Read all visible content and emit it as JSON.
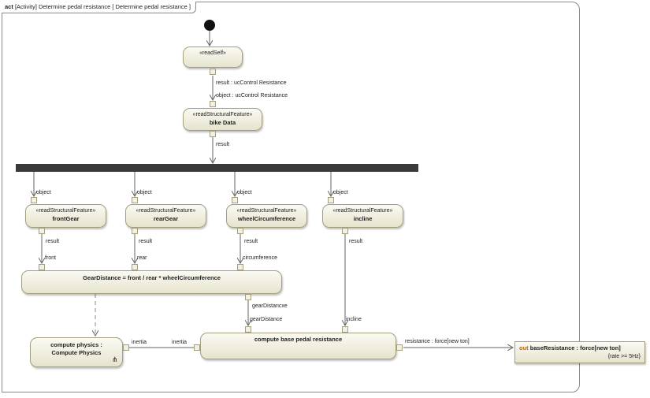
{
  "frame": {
    "kind": "act",
    "title": "[Activity] Determine pedal resistance [ Determine pedal resistance ]"
  },
  "nodes": {
    "read_self": {
      "stereotype": "«readSelf»",
      "name": ""
    },
    "bike_data": {
      "stereotype": "«readStructuralFeature»",
      "name": "bike Data"
    },
    "front_gear": {
      "stereotype": "«readStructuralFeature»",
      "name": "frontGear"
    },
    "rear_gear": {
      "stereotype": "«readStructuralFeature»",
      "name": "rearGear"
    },
    "wheel_circumference": {
      "stereotype": "«readStructuralFeature»",
      "name": "wheelCircumference"
    },
    "incline": {
      "stereotype": "«readStructuralFeature»",
      "name": "incline"
    },
    "gear_distance": {
      "name": "GearDistance = front / rear * wheelCircumference"
    },
    "compute_physics": {
      "line1": "compute physics :",
      "line2": "Compute Physics"
    },
    "compute_base": {
      "name": "compute base pedal resistance"
    }
  },
  "labels": {
    "result_uc": "result : ucControl Resistance",
    "object_uc": "object : ucControl Resistance",
    "result_bike": "result",
    "object1": "object",
    "object2": "object",
    "object3": "object",
    "object4": "object",
    "result_front": "result",
    "result_rear": "result",
    "result_wheel": "result",
    "result_incline": "result",
    "in_front": "front",
    "in_rear": "rear",
    "in_circumference": "circumference",
    "out_gear": "gearDistancxe",
    "in_gear": "gearDistance",
    "in_incline": "incline",
    "out_inertia": "inertia",
    "in_inertia": "inertia",
    "out_resistance": "resistance : force[new ton]"
  },
  "out_param": {
    "keyword": "out",
    "name": "baseResistance : force[new ton]",
    "rate": "{rate >= 5Hz}"
  },
  "colors": {
    "node_border": "#a4a07e",
    "node_fill_top": "#fbfaf3",
    "node_fill_bottom": "#e6e3cd",
    "edge": "#666666",
    "keyword": "#b06a10"
  }
}
